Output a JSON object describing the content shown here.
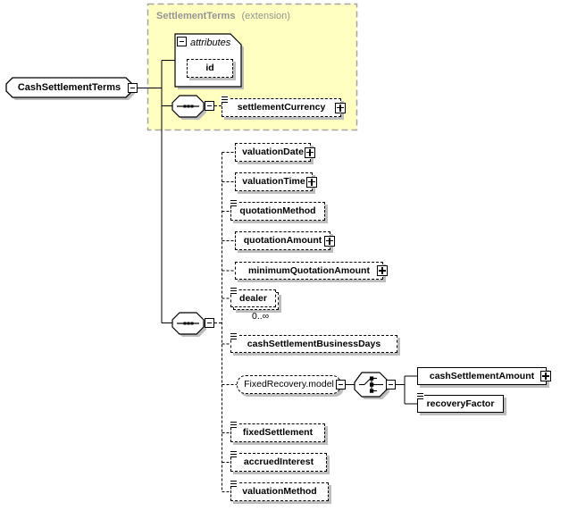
{
  "root": {
    "label": "CashSettlementTerms"
  },
  "extension": {
    "title": "SettlementTerms",
    "qualifier": "(extension)"
  },
  "attributes_group": {
    "label": "attributes",
    "attrs": [
      {
        "label": "id"
      }
    ]
  },
  "base_content": {
    "elements": [
      {
        "label": "settlementCurrency"
      }
    ]
  },
  "content": {
    "elements": [
      {
        "label": "valuationDate"
      },
      {
        "label": "valuationTime"
      },
      {
        "label": "quotationMethod"
      },
      {
        "label": "quotationAmount"
      },
      {
        "label": "minimumQuotationAmount"
      },
      {
        "label": "dealer",
        "occurrence": "0..∞"
      },
      {
        "label": "cashSettlementBusinessDays"
      },
      {
        "label": "FixedRecovery.model"
      },
      {
        "label": "fixedSettlement"
      },
      {
        "label": "accruedInterest"
      },
      {
        "label": "valuationMethod"
      }
    ]
  },
  "fixed_recovery": {
    "elements": [
      {
        "label": "cashSettlementAmount"
      },
      {
        "label": "recoveryFactor"
      }
    ]
  },
  "colors": {
    "extension_fill": "#ffffc0",
    "extension_border": "#a6a6a6",
    "shadow": "#bdbdbd",
    "muted_text": "#949494"
  }
}
